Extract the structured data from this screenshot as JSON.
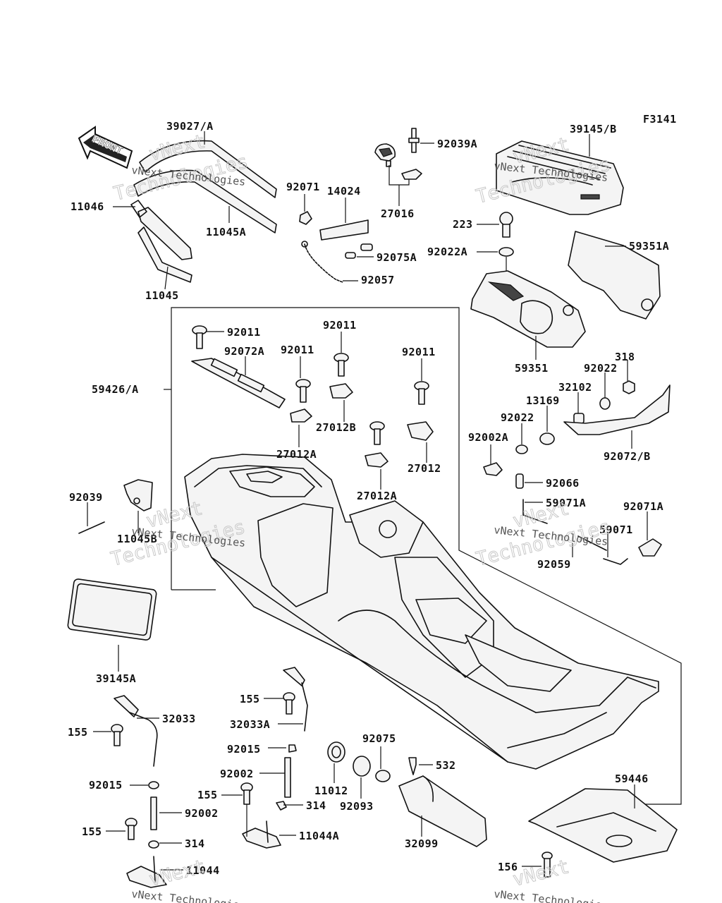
{
  "figure_code": "F3141",
  "front_arrow_label": "FRONT",
  "watermark": {
    "brand_line1": "vNext",
    "brand_line2": "Technologies",
    "full": "vNext Technologies"
  },
  "callouts": [
    "39027/A",
    "11046",
    "11045A",
    "11045",
    "92071",
    "14024",
    "92075A",
    "92057",
    "92039A",
    "27016",
    "39145/B",
    "223",
    "92022A",
    "59351A",
    "59351",
    "92011",
    "92072A",
    "92011",
    "92011",
    "92011",
    "27012B",
    "27012A",
    "27012",
    "27012A",
    "59426/A",
    "318",
    "92022",
    "32102",
    "13169",
    "92022",
    "92002A",
    "92072/B",
    "92066",
    "59071A",
    "92071A",
    "59071",
    "92059",
    "92039",
    "11045B",
    "39145A",
    "155",
    "32033",
    "155",
    "32033A",
    "92015",
    "92002",
    "155",
    "314",
    "11044A",
    "92015",
    "92002",
    "155",
    "314",
    "11044",
    "11012",
    "92075",
    "92093",
    "532",
    "32099",
    "59446",
    "156"
  ]
}
